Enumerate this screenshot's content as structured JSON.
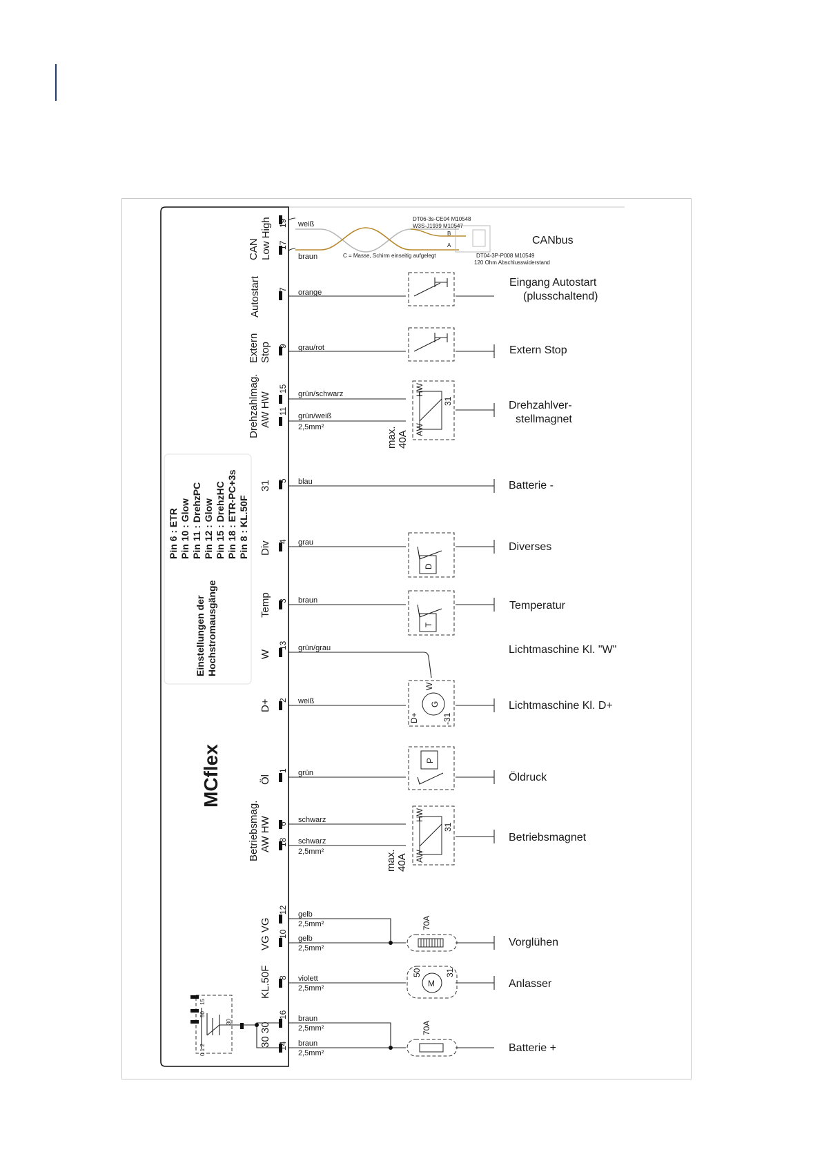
{
  "title": "MCflex",
  "settings": {
    "heading_line1": "Einstellungen der",
    "heading_line2": "Hochstromausgänge",
    "lines": [
      "Pin 6 : ETR",
      "Pin 10 : Glow",
      "Pin 11 : DrehzPC",
      "Pin 12 : Glow",
      "Pin 15 : DrehzHC",
      "Pin 18 : ETR-PC+3s",
      "Pin 8 : KL.50F"
    ]
  },
  "can": {
    "side_label": "CAN",
    "low_high": "Low High",
    "pins": [
      "19",
      "17"
    ],
    "wires": [
      "weiß",
      "braun"
    ],
    "desc": "CANbus",
    "notes": [
      "DT06-3s-CE04 M10548",
      "W3S-J1939 M10547",
      "C = Masse, Schirm einseitig aufgelegt",
      "DT04-3P-P008 M10549",
      "120 Ohm Abschlusswiderstand"
    ],
    "pin_letters": [
      "B",
      "A"
    ],
    "colors": {
      "white_wire": "#b8b8b8",
      "brown_wire": "#b88a2e"
    }
  },
  "circuits": [
    {
      "id": "autostart",
      "side_label": "Autostart",
      "pin": "7",
      "wire": "orange",
      "desc": [
        "Eingang Autostart",
        "(plusschaltend)"
      ]
    },
    {
      "id": "extern-stop",
      "side_label": "Extern Stop",
      "side_lines": [
        "Extern",
        "Stop"
      ],
      "pin": "9",
      "wire": "grau/rot",
      "desc": [
        "Extern Stop"
      ]
    },
    {
      "id": "drehzahl",
      "side_lines": [
        "Drehzahlmag.",
        "AW HW"
      ],
      "pins": [
        "15",
        "11"
      ],
      "wires": [
        "grün/schwarz",
        "grün/weiß",
        "2,5mm²"
      ],
      "desc": [
        "Drehzahlver-",
        "stellmagnet"
      ],
      "coil_labels": [
        "HW",
        "AW",
        "31"
      ],
      "max": [
        "max.",
        "40A"
      ]
    },
    {
      "id": "batterie-minus",
      "side_label": "31",
      "pin": "5",
      "wire": "blau",
      "desc": [
        "Batterie -"
      ]
    },
    {
      "id": "diverses",
      "side_label": "Div",
      "pin": "4",
      "wire": "grau",
      "desc": [
        "Diverses"
      ],
      "sensor": "D"
    },
    {
      "id": "temperatur",
      "side_label": "Temp",
      "pin": "3",
      "wire": "braun",
      "desc": [
        "Temperatur"
      ],
      "sensor": "T"
    },
    {
      "id": "lima-w",
      "side_label": "W",
      "pin": "13",
      "wire": "grün/grau",
      "desc": [
        "Lichtmaschine Kl. \"W\""
      ]
    },
    {
      "id": "lima-dplus",
      "side_label": "D+",
      "pin": "2",
      "wire": "weiß",
      "desc": [
        "Lichtmaschine Kl. D+"
      ],
      "gen_labels": [
        "W",
        "G",
        "D+",
        "-31"
      ]
    },
    {
      "id": "oeldruck",
      "side_label": "Öl",
      "pin": "1",
      "wire": "grün",
      "desc": [
        "Öldruck"
      ],
      "sensor": "P"
    },
    {
      "id": "betriebsmagnet",
      "side_lines": [
        "Betriebsmag.",
        "AW HW"
      ],
      "pins": [
        "6",
        "18"
      ],
      "wires": [
        "schwarz",
        "schwarz",
        "2,5mm²"
      ],
      "desc": [
        "Betriebsmagnet"
      ],
      "coil_labels": [
        "HW",
        "AW",
        "31"
      ],
      "max": [
        "max.",
        "40A"
      ]
    },
    {
      "id": "vorgluehen",
      "side_lines": [
        "VG VG"
      ],
      "pins": [
        "12",
        "10"
      ],
      "wires": [
        "gelb",
        "2,5mm²",
        "gelb",
        "2,5mm²"
      ],
      "desc": [
        "Vorglühen"
      ],
      "fuse": "70A"
    },
    {
      "id": "anlasser",
      "side_label": "KL.50F",
      "pin": "8",
      "wire": "violett",
      "wire2": "2,5mm²",
      "desc": [
        "Anlasser"
      ],
      "motor": "M",
      "motor_labels": [
        "50",
        "31"
      ]
    },
    {
      "id": "batterie-plus",
      "side_lines": [
        "30 30"
      ],
      "pins": [
        "16",
        "14"
      ],
      "wires": [
        "braun",
        "2,5mm²",
        "braun",
        "2,5mm²"
      ],
      "desc": [
        "Batterie +"
      ],
      "fuse": "70A"
    }
  ],
  "key_switch": {
    "labels": [
      "0 1 2",
      "30",
      "50",
      "15"
    ]
  }
}
